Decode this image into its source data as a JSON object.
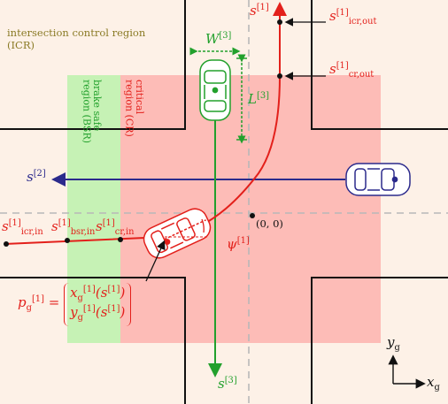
{
  "regions": {
    "icr_label": [
      "intersection control region",
      "(ICR)"
    ],
    "bsr_label": [
      "brake safe",
      "region (BSR)"
    ],
    "cr_label": [
      "critical",
      "region (CR)"
    ],
    "colors": {
      "icr": "#fdf1e7",
      "cr": "#fdbcb7",
      "bsr": "#c6f2b5",
      "road_edge": "#111111",
      "dash": "#b8b8b8"
    }
  },
  "vehicles": {
    "v1": {
      "color": "#e3201b",
      "path_label": "s",
      "superscript": "[1]",
      "heading_label": "ψ",
      "heading_sup": "[1]"
    },
    "v2": {
      "color": "#2b2a8c",
      "path_label": "s",
      "superscript": "[2]"
    },
    "v3": {
      "color": "#22a02c",
      "path_label": "s",
      "superscript": "[3]",
      "width_label": "W",
      "width_sup": "[3]",
      "length_label": "L",
      "length_sup": "[3]"
    }
  },
  "points": {
    "icr_out": {
      "base": "s",
      "sup": "[1]",
      "sub": "icr,out"
    },
    "cr_out": {
      "base": "s",
      "sup": "[1]",
      "sub": "cr,out"
    },
    "icr_in": {
      "base": "s",
      "sup": "[1]",
      "sub": "icr,in"
    },
    "bsr_in": {
      "base": "s",
      "sup": "[1]",
      "sub": "bsr,in"
    },
    "cr_in": {
      "base": "s",
      "sup": "[1]",
      "sub": "cr,in"
    },
    "origin": "(0, 0)"
  },
  "position_eq": {
    "lhs_base": "p",
    "lhs_sub": "g",
    "lhs_sup": "[1]",
    "row1_base": "x",
    "row1_sub": "g",
    "row1_sup": "[1]",
    "row1_arg": "(s",
    "row1_arg_sup": "[1]",
    "row1_close": ")",
    "row2_base": "y",
    "row2_sub": "g",
    "row2_sup": "[1]",
    "row2_arg": "(s",
    "row2_arg_sup": "[1]",
    "row2_close": ")"
  },
  "axes": {
    "x": {
      "base": "x",
      "sub": "g"
    },
    "y": {
      "base": "y",
      "sub": "g"
    }
  }
}
